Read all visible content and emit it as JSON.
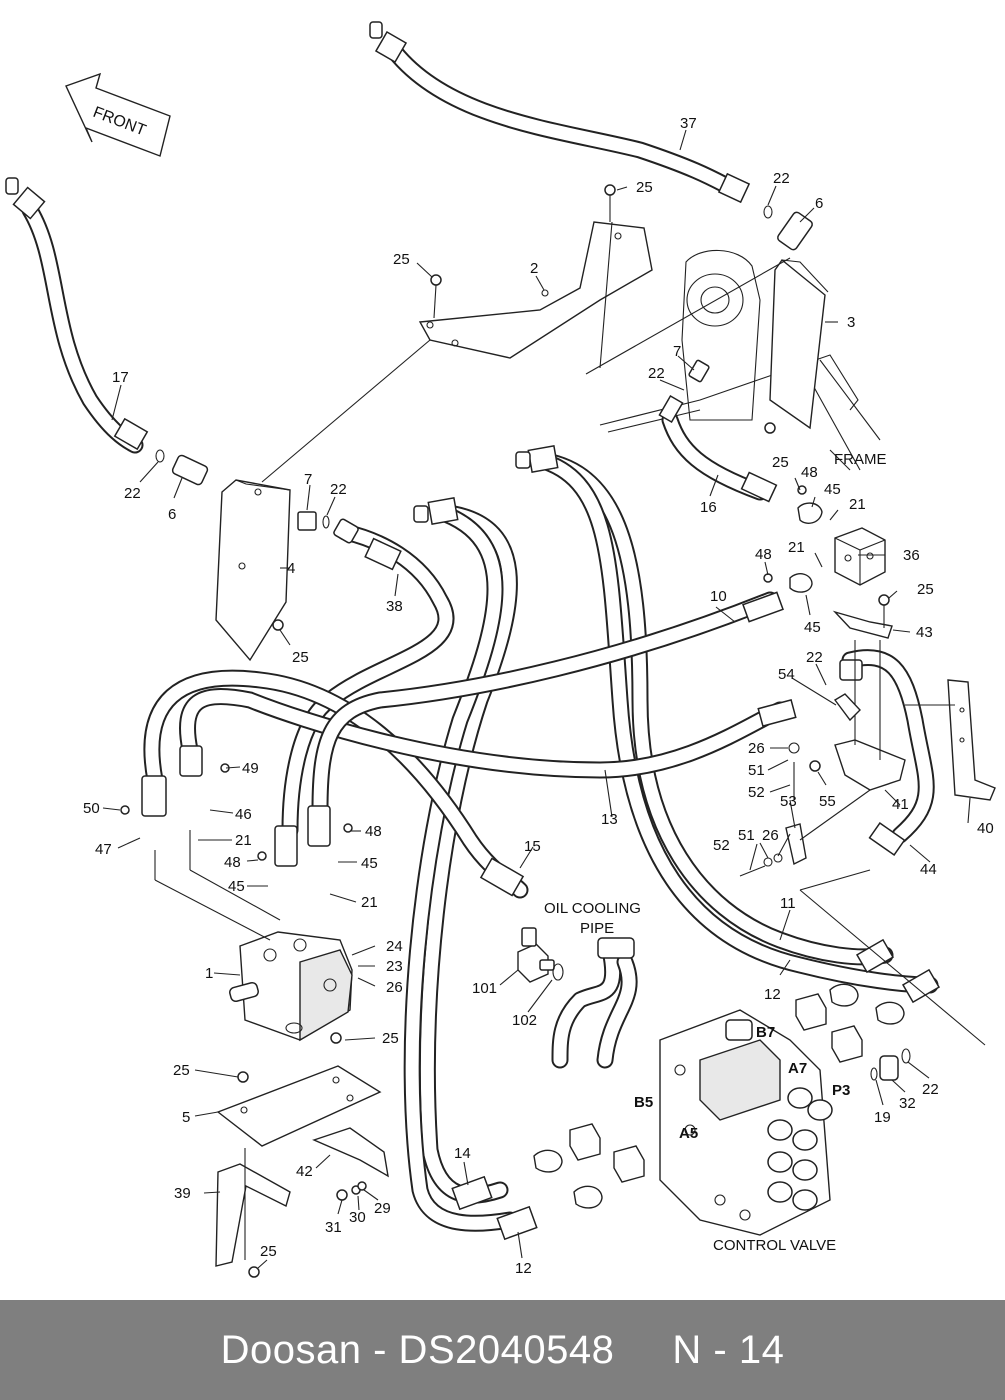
{
  "front_arrow": {
    "label": "FRONT"
  },
  "part_labels": {
    "p1": "1",
    "p2": "2",
    "p3": "3",
    "p4": "4",
    "p5": "5",
    "p6a": "6",
    "p6b": "6",
    "p7a": "7",
    "p7b": "7",
    "p10": "10",
    "p11": "11",
    "p12a": "12",
    "p12b": "12",
    "p13": "13",
    "p14": "14",
    "p15": "15",
    "p16": "16",
    "p17": "17",
    "p19": "19",
    "p21a": "21",
    "p21b": "21",
    "p21c": "21",
    "p21d": "21",
    "p22a": "22",
    "p22b": "22",
    "p22c": "22",
    "p22d": "22",
    "p22e": "22",
    "p22f": "22",
    "p23": "23",
    "p24": "24",
    "p25a": "25",
    "p25b": "25",
    "p25c": "25",
    "p25d": "25",
    "p25e": "25",
    "p25f": "25",
    "p25g": "25",
    "p26a": "26",
    "p26b": "26",
    "p26c": "26",
    "p29": "29",
    "p30": "30",
    "p31": "31",
    "p32": "32",
    "p36": "36",
    "p37": "37",
    "p38": "38",
    "p39": "39",
    "p40": "40",
    "p41": "41",
    "p42": "42",
    "p43": "43",
    "p44": "44",
    "p45a": "45",
    "p45b": "45",
    "p45c": "45",
    "p45d": "45",
    "p46": "46",
    "p47": "47",
    "p48a": "48",
    "p48b": "48",
    "p48c": "48",
    "p48d": "48",
    "p49": "49",
    "p50": "50",
    "p51a": "51",
    "p51b": "51",
    "p52a": "52",
    "p52b": "52",
    "p53": "53",
    "p54": "54",
    "p55": "55",
    "p101": "101",
    "p102": "102"
  },
  "callouts": {
    "frame": "FRAME",
    "oil_cooling_1": "OIL COOLING",
    "oil_cooling_2": "PIPE",
    "control_valve": "CONTROL VALVE"
  },
  "port_labels": {
    "b7": "B7",
    "a7": "A7",
    "p3": "P3",
    "b5": "B5",
    "a5": "A5"
  },
  "footer": {
    "text": "Doosan - DS2040548     N - 14"
  }
}
